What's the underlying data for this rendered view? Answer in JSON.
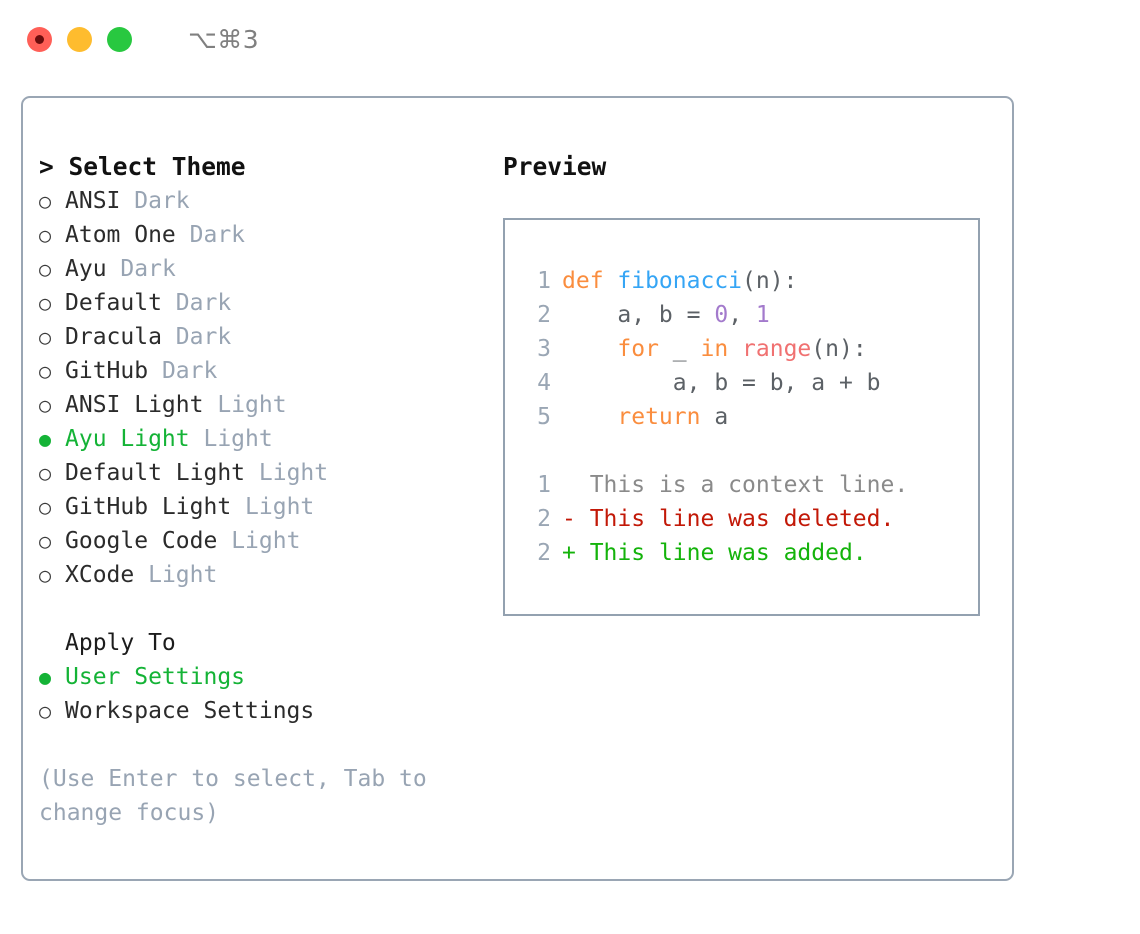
{
  "window": {
    "shortcut": "⌥⌘3",
    "traffic_lights": [
      {
        "name": "close",
        "color": "#ff5f57"
      },
      {
        "name": "minimize",
        "color": "#febc2e"
      },
      {
        "name": "maximize",
        "color": "#28c840"
      }
    ]
  },
  "theme_panel": {
    "header": "> Select Theme",
    "options": [
      {
        "bullet": "○",
        "label": "ANSI",
        "tag": "Dark",
        "selected": false
      },
      {
        "bullet": "○",
        "label": "Atom One",
        "tag": "Dark",
        "selected": false
      },
      {
        "bullet": "○",
        "label": "Ayu",
        "tag": "Dark",
        "selected": false
      },
      {
        "bullet": "○",
        "label": "Default",
        "tag": "Dark",
        "selected": false
      },
      {
        "bullet": "○",
        "label": "Dracula",
        "tag": "Dark",
        "selected": false
      },
      {
        "bullet": "○",
        "label": "GitHub",
        "tag": "Dark",
        "selected": false
      },
      {
        "bullet": "○",
        "label": "ANSI Light",
        "tag": "Light",
        "selected": false
      },
      {
        "bullet": "●",
        "label": "Ayu Light",
        "tag": "Light",
        "selected": true
      },
      {
        "bullet": "○",
        "label": "Default Light",
        "tag": "Light",
        "selected": false
      },
      {
        "bullet": "○",
        "label": "GitHub Light",
        "tag": "Light",
        "selected": false
      },
      {
        "bullet": "○",
        "label": "Google Code",
        "tag": "Light",
        "selected": false
      },
      {
        "bullet": "○",
        "label": "XCode",
        "tag": "Light",
        "selected": false
      }
    ]
  },
  "apply_to": {
    "header": "Apply To",
    "options": [
      {
        "bullet": "●",
        "label": "User Settings",
        "selected": true
      },
      {
        "bullet": "○",
        "label": "Workspace Settings",
        "selected": false
      }
    ]
  },
  "hint": "(Use Enter to select, Tab to change focus)",
  "preview": {
    "title": "Preview",
    "code_lines": [
      {
        "number": "1",
        "tokens": [
          {
            "text": "def ",
            "type": "kw"
          },
          {
            "text": "fibonacci",
            "type": "fn"
          },
          {
            "text": "(n):",
            "type": "punc"
          }
        ]
      },
      {
        "number": "2",
        "tokens": [
          {
            "text": "    a, b = ",
            "type": "plain"
          },
          {
            "text": "0",
            "type": "num"
          },
          {
            "text": ", ",
            "type": "plain"
          },
          {
            "text": "1",
            "type": "num"
          }
        ]
      },
      {
        "number": "3",
        "tokens": [
          {
            "text": "    ",
            "type": "plain"
          },
          {
            "text": "for",
            "type": "kw"
          },
          {
            "text": " _ ",
            "type": "plain"
          },
          {
            "text": "in",
            "type": "kw"
          },
          {
            "text": " ",
            "type": "plain"
          },
          {
            "text": "range",
            "type": "call"
          },
          {
            "text": "(n):",
            "type": "punc"
          }
        ]
      },
      {
        "number": "4",
        "tokens": [
          {
            "text": "        a, b = b, a + b",
            "type": "plain"
          }
        ]
      },
      {
        "number": "5",
        "tokens": [
          {
            "text": "    ",
            "type": "plain"
          },
          {
            "text": "return",
            "type": "kw"
          },
          {
            "text": " a",
            "type": "plain"
          }
        ]
      }
    ],
    "diff_lines": [
      {
        "number": "1",
        "marker": " ",
        "text": " This is a context line.",
        "type": "ctx"
      },
      {
        "number": "2",
        "marker": "-",
        "text": " This line was deleted.",
        "type": "del"
      },
      {
        "number": "2",
        "marker": "+",
        "text": " This line was added.",
        "type": "add"
      }
    ]
  },
  "colors": {
    "accent_green": "#14b336",
    "muted": "#98a4b3",
    "border": "#9aa6b4",
    "keyword": "#fa8d3e",
    "function": "#35a5f5",
    "number": "#a37acc",
    "call": "#f07171",
    "diff_add": "#14b30b",
    "diff_del": "#c21807"
  }
}
